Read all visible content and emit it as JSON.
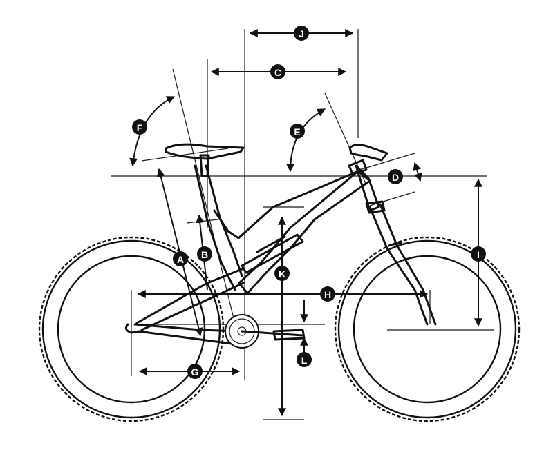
{
  "diagram": {
    "labels": {
      "A": "A",
      "B": "B",
      "C": "C",
      "D": "D",
      "E": "E",
      "F": "F",
      "G": "G",
      "H": "H",
      "I": "I",
      "J": "J",
      "K": "K",
      "L": "L"
    }
  }
}
